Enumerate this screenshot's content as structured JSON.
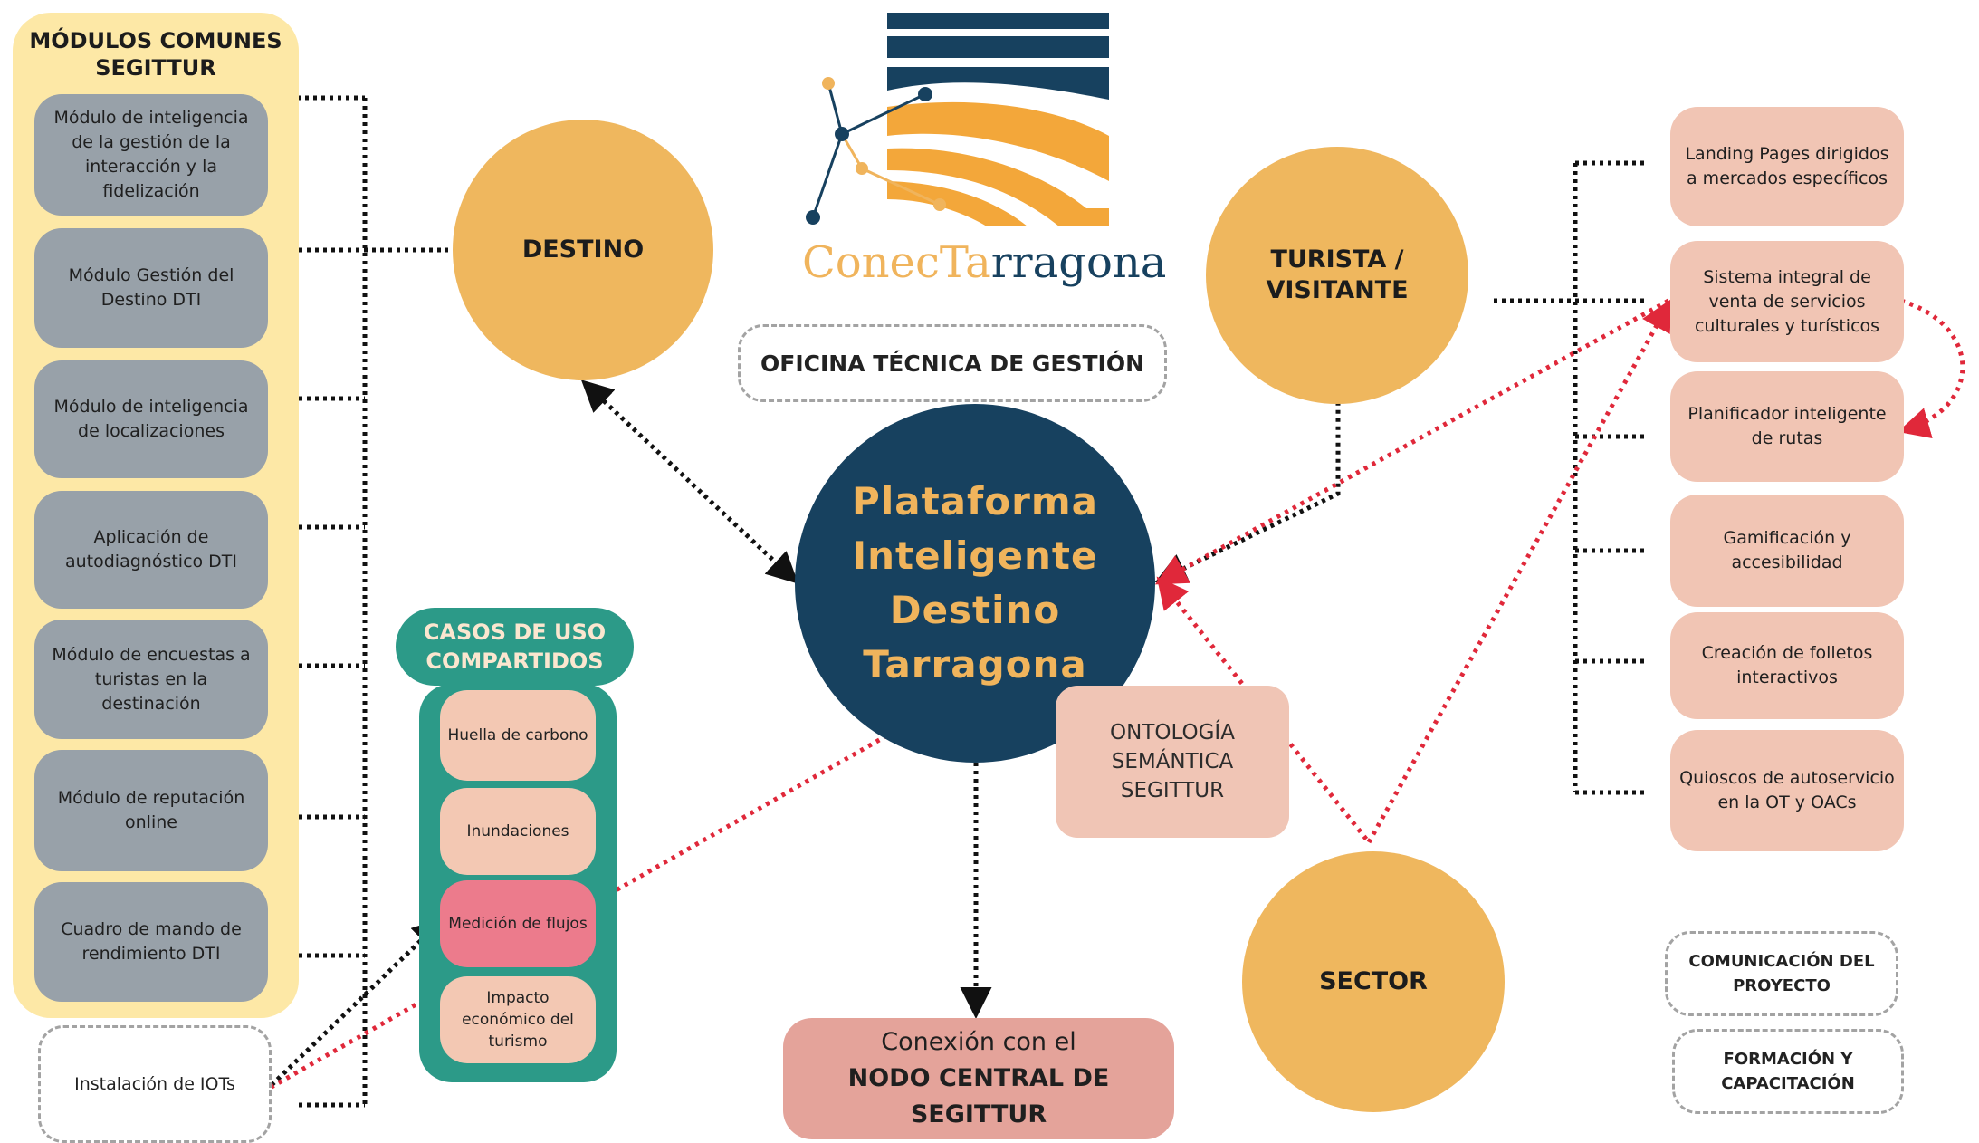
{
  "colors": {
    "panel_yellow": "#fde8a6",
    "module_grey": "#98a1a9",
    "circle_orange": "#efb75e",
    "platform_navy": "#17415f",
    "platform_text": "#f0b45c",
    "right_pink": "#f1c5b4",
    "teal": "#2c9a88",
    "highlight_pink": "#ec7b8c",
    "red_dotted": "#e0283a"
  },
  "left_column": {
    "title_line1": "MÓDULOS COMUNES",
    "title_line2": "SEGITTUR",
    "modules": [
      "Módulo de inteligencia de la gestión de la interacción y la fidelización",
      "Módulo Gestión del Destino DTI",
      "Módulo de inteligencia de localizaciones",
      "Aplicación de autodiagnóstico DTI",
      "Módulo de encuestas a turistas en la destinación",
      "Módulo de reputación online",
      "Cuadro de mando de rendimiento DTI"
    ],
    "iots": "Instalación de IOTs"
  },
  "logo": {
    "name_part1": "ConecTa",
    "name_part2": "rragona",
    "icon": "connection-waves-logo-icon"
  },
  "oficina": "OFICINA TÉCNICA DE GESTIÓN",
  "nodes": {
    "destino": "DESTINO",
    "turista_line1": "TURISTA /",
    "turista_line2": "VISITANTE",
    "sector": "SECTOR"
  },
  "platform": {
    "line1": "Plataforma",
    "line2": "Inteligente",
    "line3": "Destino",
    "line4": "Tarragona"
  },
  "ontologia": {
    "line1": "ONTOLOGÍA",
    "line2": "SEMÁNTICA",
    "line3": "SEGITTUR"
  },
  "casos": {
    "title_line1": "CASOS DE USO",
    "title_line2": "COMPARTIDOS",
    "items": [
      "Huella de carbono",
      "Inundaciones",
      "Medición de flujos",
      "Impacto económico del turismo"
    ]
  },
  "nodo_central": {
    "line1": "Conexión con el",
    "line2": "NODO CENTRAL DE SEGITTUR"
  },
  "right_column": {
    "items": [
      "Landing Pages dirigidos a mercados específicos",
      "Sistema integral de venta de servicios culturales y turísticos",
      "Planificador inteligente de rutas",
      "Gamificación y accesibilidad",
      "Creación de folletos interactivos",
      "Quioscos de autoservicio en la OT y OACs"
    ],
    "comunicacion_line1": "COMUNICACIÓN DEL",
    "comunicacion_line2": "PROYECTO",
    "formacion_line1": "FORMACIÓN Y",
    "formacion_line2": "CAPACITACIÓN"
  }
}
